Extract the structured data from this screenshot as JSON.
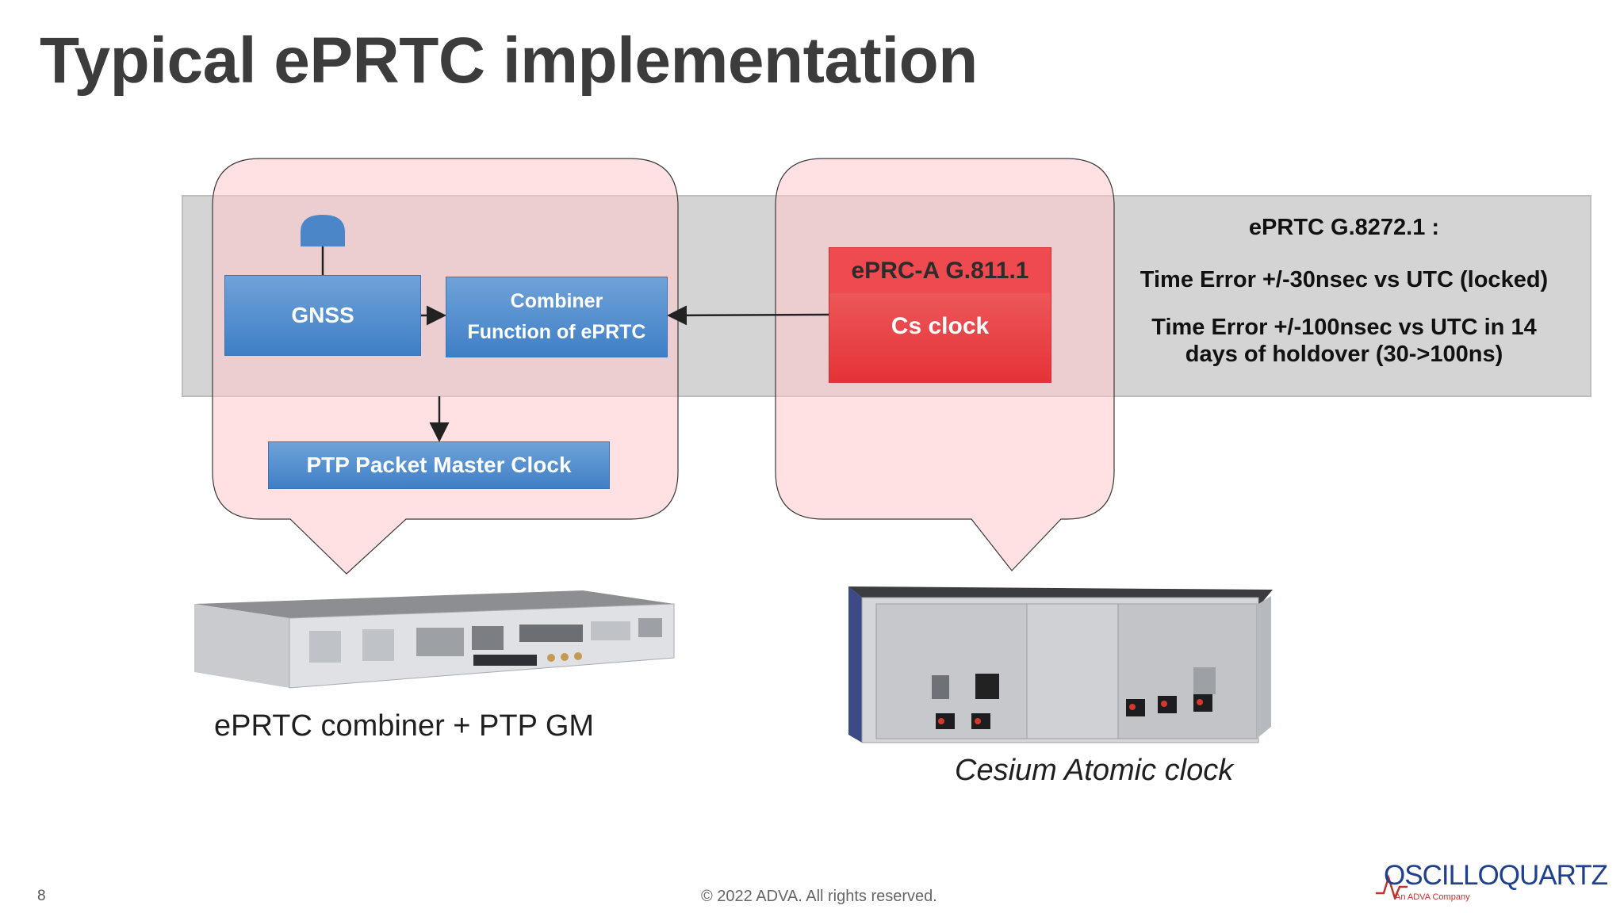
{
  "slide": {
    "title": "Typical ePRTC implementation",
    "page_number": "8",
    "copyright": "© 2022 ADVA. All rights reserved."
  },
  "diagram": {
    "gnss_label": "GNSS",
    "combiner_label": "Combiner\nFunction of ePRTC",
    "ptp_label": "PTP Packet Master Clock",
    "eprc_label": "ePRC-A G.811.1",
    "cs_clock_label": "Cs clock",
    "spec_title": "ePRTC  G.8272.1 :",
    "spec_line_1": "Time Error +/-30nsec vs UTC (locked)",
    "spec_line_2": "Time Error +/-100nsec vs UTC in 14\ndays of holdover  (30->100ns)"
  },
  "devices": {
    "left_caption": "ePRTC combiner + PTP GM",
    "right_caption": "Cesium Atomic clock"
  },
  "logo": {
    "name": "OSCILLOQUARTZ",
    "tagline": "An ADVA Company"
  },
  "colors": {
    "title": "#3c3c3c",
    "band": "#d4d4d4",
    "callout_fill": "#ffd6d8",
    "blue_box": "#4a86c8",
    "red_box": "#e43338",
    "logo_blue": "#1f3f8f",
    "logo_red": "#c0332f"
  }
}
